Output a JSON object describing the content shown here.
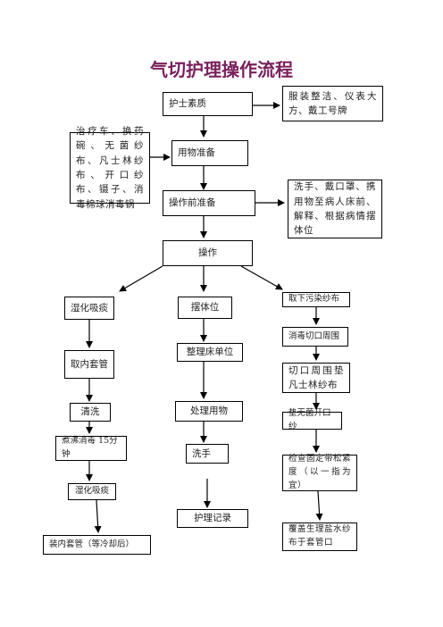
{
  "title": "气切护理操作流程",
  "nodes": {
    "nurse_quality": "护士素质",
    "dress_note": "服装整洁、仪表大方、戴工号牌",
    "items_prep": "用物准备",
    "items_list": "治疗车、换药碗、无菌纱布、凡士林纱布、开口纱布、镊子、消毒棉球消毒锅",
    "pre_operation": "操作前准备",
    "pre_note": "洗手、戴口罩、携用物至病人床前、解释、根据病情摆体位",
    "operation": "操作",
    "humidify_suction": "湿化吸痰",
    "remove_inner_cannula": "取内套管",
    "clean": "清洗",
    "boil_disinfect": "煮沸消毒 15分钟",
    "humidify_suction_2": "湿化吸痰",
    "install_inner_cannula": "装内套管（等冷却后）",
    "position": "摆体位",
    "tidy_bed": "整理床单位",
    "handle_items": "处理用物",
    "wash_hands": "洗手",
    "nursing_record": "护理记录",
    "remove_dirty_gauze": "取下污染纱布",
    "disinfect_incision": "消毒切口周围",
    "vaseline_gauze": "切口周围垫凡士林纱布",
    "sterile_gauze": "垫无菌开口纱",
    "check_strap": "检查固定带松紧度（以一指为宜）",
    "saline_gauze": "覆盖生理盐水纱布于套管口"
  }
}
